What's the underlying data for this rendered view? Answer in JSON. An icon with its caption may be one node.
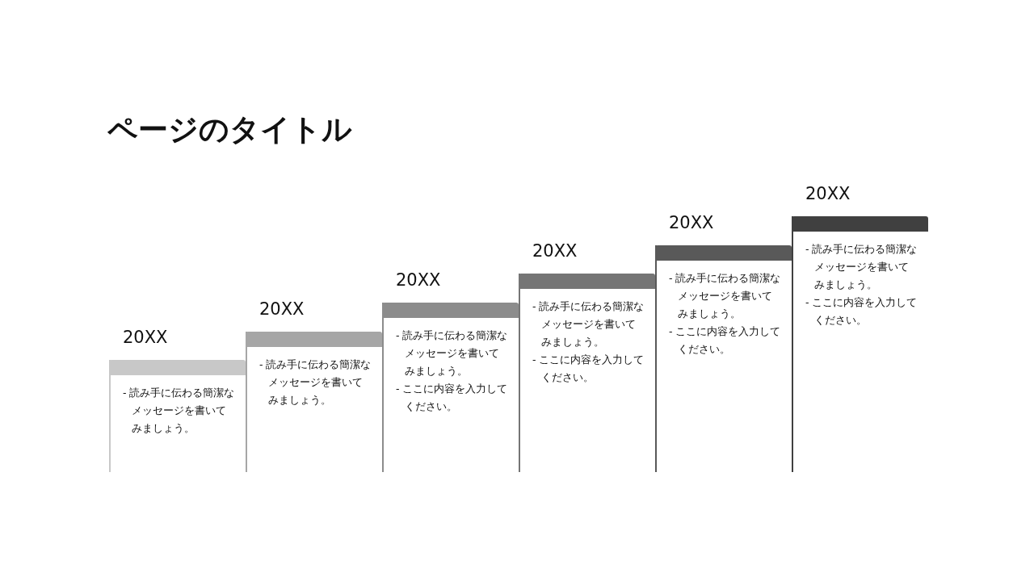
{
  "diagram": {
    "title": "ページのタイトル",
    "nodes": [
      {
        "text": [
          "20XX",
          "- 読み手に伝わる簡潔なメッセージを書いてみましょう。"
        ]
      },
      {
        "text": [
          "20XX",
          "- 読み手に伝わる簡潔なメッセージを書いてみましょう。"
        ]
      },
      {
        "text": [
          "20XX",
          "- 読み手に伝わる簡潔なメッセージを書いてみましょう。",
          "- ここに内容を入力してください。"
        ]
      },
      {
        "text": [
          "20XX",
          "- 読み手に伝わる簡潔なメッセージを書いてみましょう。",
          "- ここに内容を入力してください。"
        ]
      },
      {
        "text": [
          "20XX",
          "- 読み手に伝わる簡潔なメッセージを書いてみましょう。",
          "- ここに内容を入力してください。"
        ]
      },
      {
        "text": [
          "20XX",
          "- 読み手に伝わる簡潔なメッセージを書いてみましょう。",
          "- ここに内容を入力してください。"
        ]
      }
    ]
  }
}
